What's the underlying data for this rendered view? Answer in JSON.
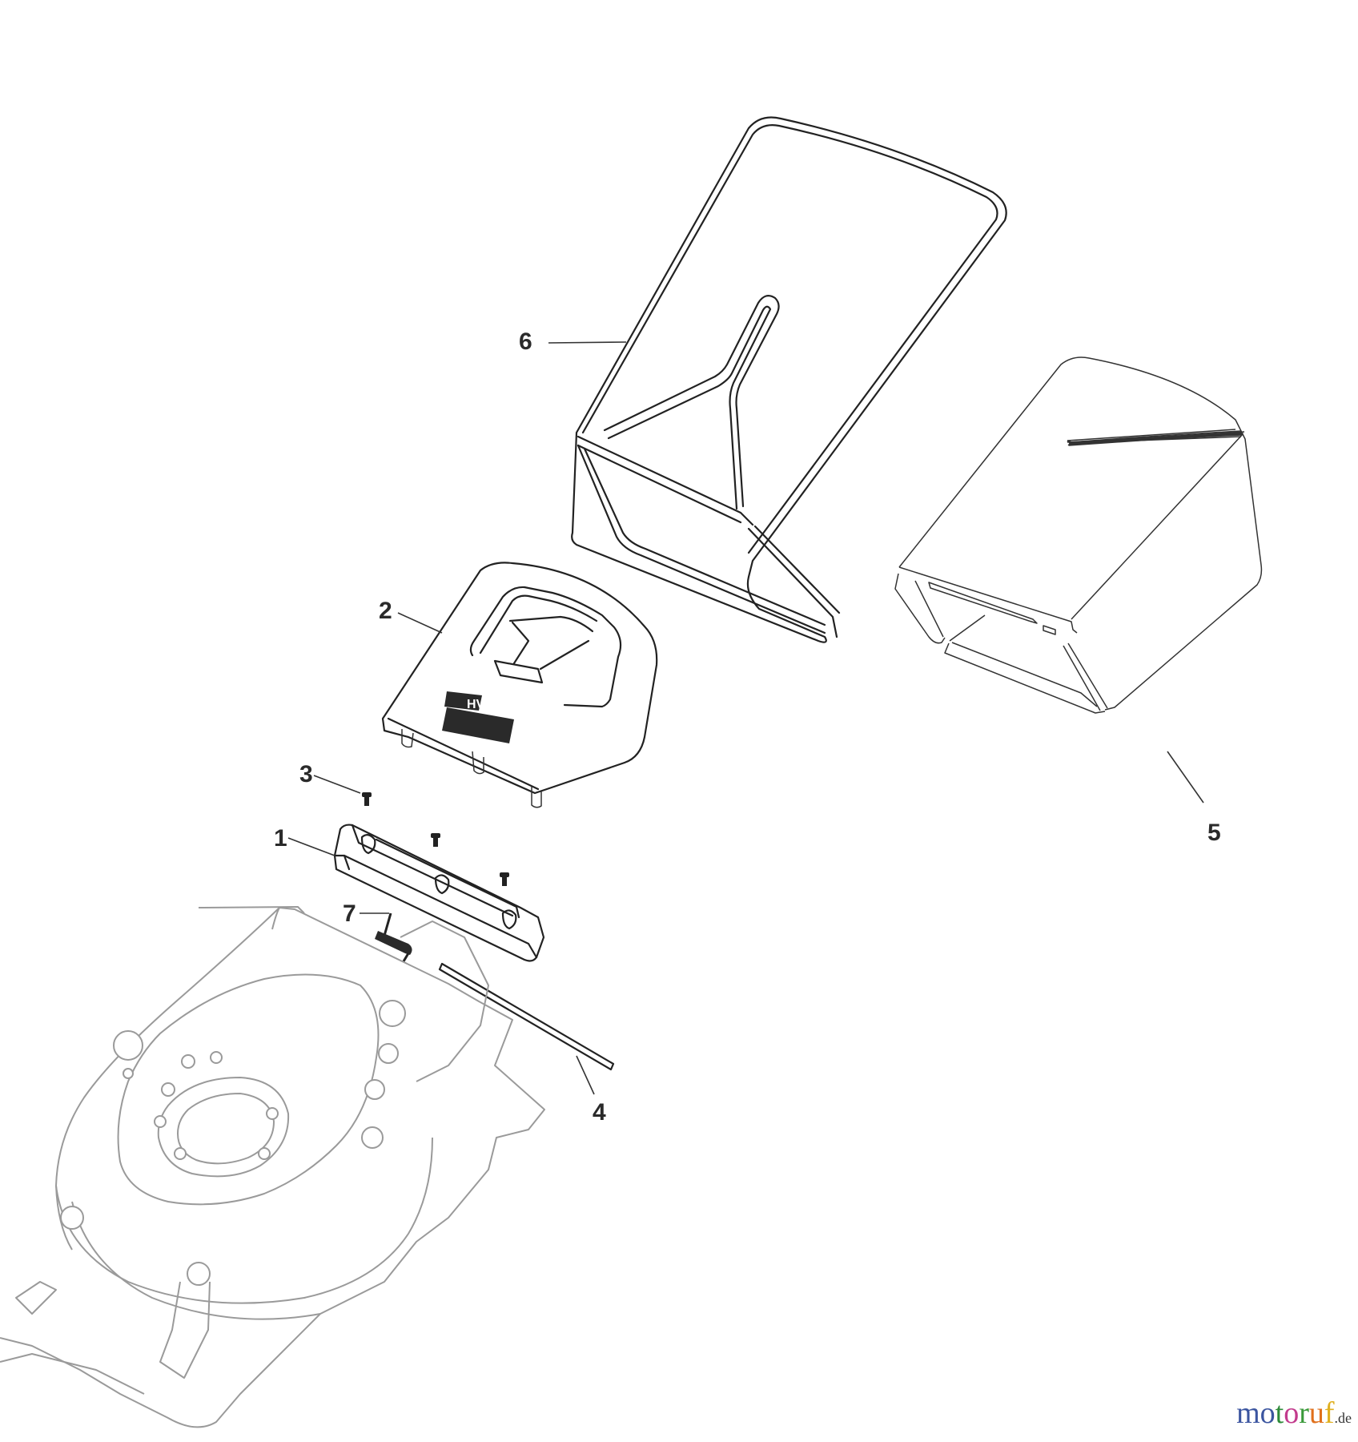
{
  "diagram": {
    "type": "exploded parts diagram",
    "subject": "lawn mower grass collector assembly",
    "callouts": [
      {
        "id": "1",
        "label": "1",
        "part": "rear flap hinge bracket"
      },
      {
        "id": "2",
        "label": "2",
        "part": "rear discharge cover"
      },
      {
        "id": "3",
        "label": "3",
        "part": "screw"
      },
      {
        "id": "4",
        "label": "4",
        "part": "hinge rod"
      },
      {
        "id": "5",
        "label": "5",
        "part": "grass bag (fabric)"
      },
      {
        "id": "6",
        "label": "6",
        "part": "grass bag frame"
      },
      {
        "id": "7",
        "label": "7",
        "part": "torsion spring"
      }
    ],
    "cover_badge_text": "HV"
  },
  "watermark": {
    "letters": [
      {
        "ch": "m",
        "color": "#3b55a0"
      },
      {
        "ch": "o",
        "color": "#3b55a0"
      },
      {
        "ch": "t",
        "color": "#2e8b3a"
      },
      {
        "ch": "o",
        "color": "#c23a8c"
      },
      {
        "ch": "r",
        "color": "#3a9a3a"
      },
      {
        "ch": "u",
        "color": "#e0701c"
      },
      {
        "ch": "f",
        "color": "#e0b020"
      }
    ],
    "tld": ".de"
  }
}
